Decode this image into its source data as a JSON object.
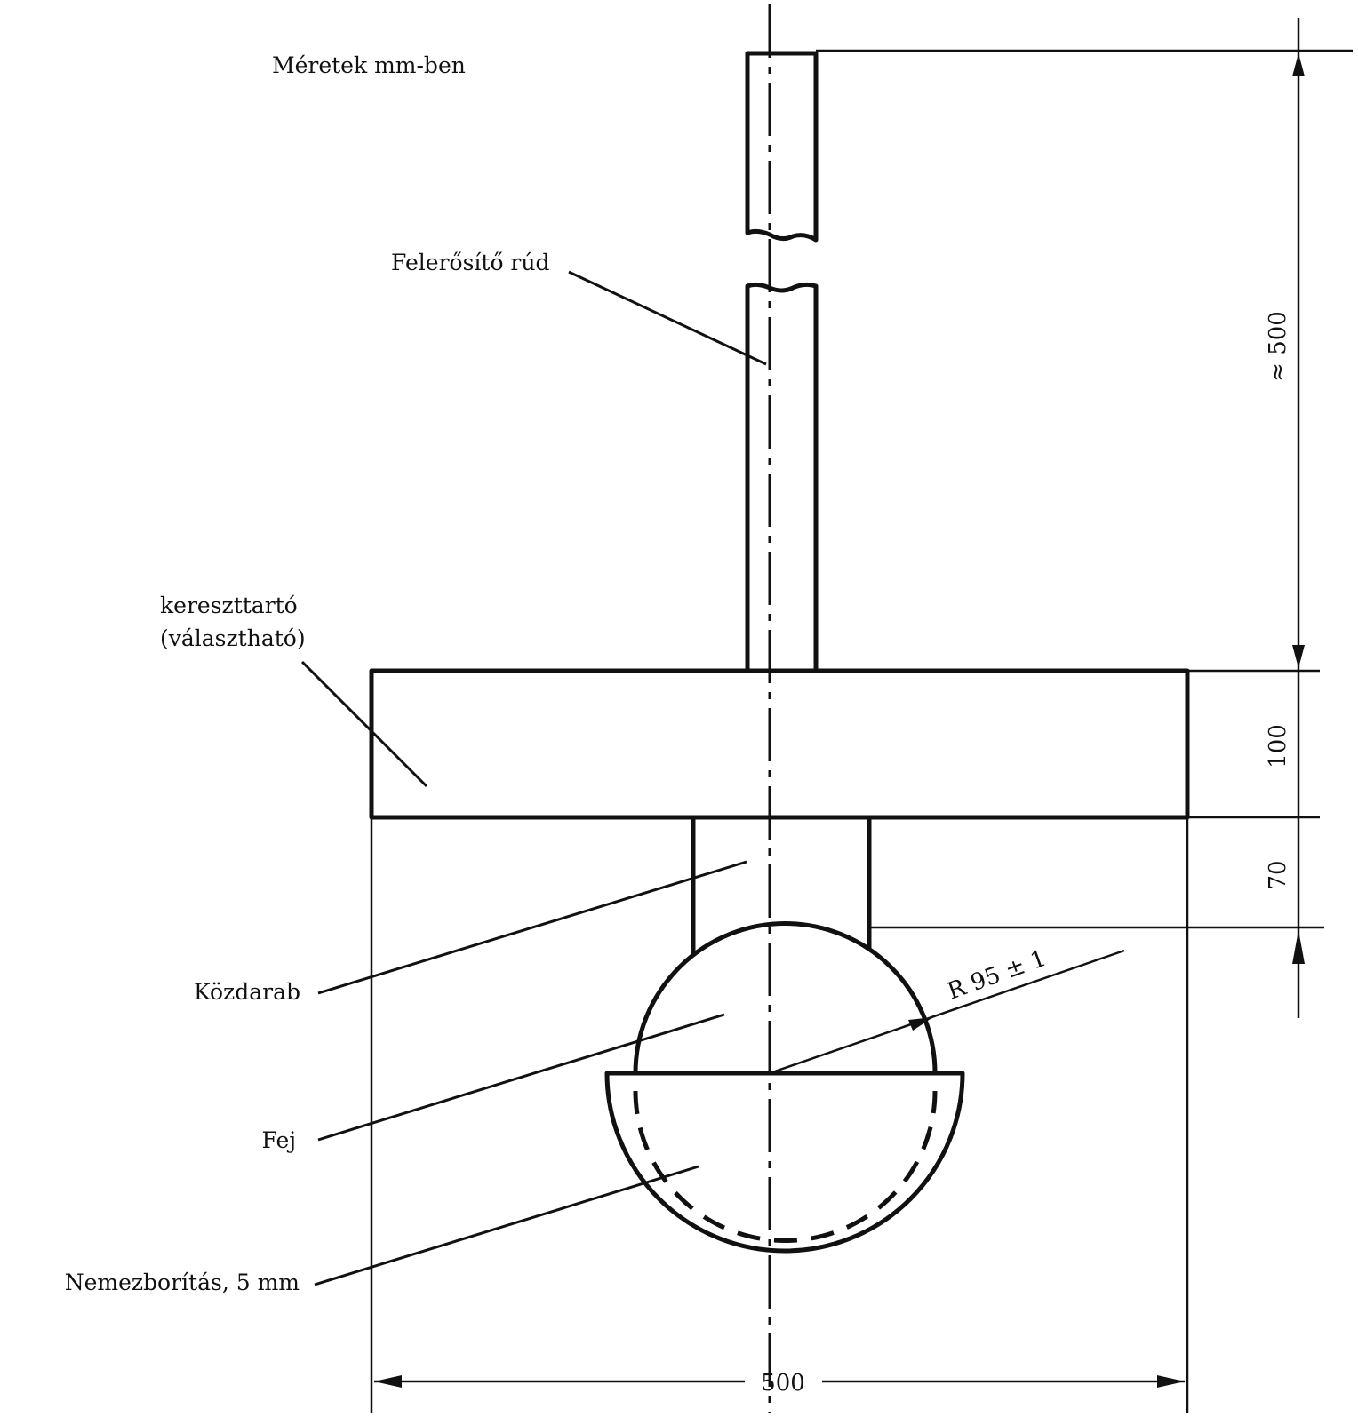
{
  "title_note": "Méretek mm-ben",
  "labels": {
    "rod": "Felerősítő rúd",
    "crossbar_line1": "kereszttartó",
    "crossbar_line2": "(választható)",
    "spacer": "Közdarab",
    "head": "Fej",
    "felt": "Nemezborítás, 5 mm"
  },
  "dimensions": {
    "rod_length": "≈ 500",
    "crossbar_height": "100",
    "spacer_height": "70",
    "radius": "R 95 ± 1",
    "width": "500"
  },
  "colors": {
    "ink": "#111111",
    "paper": "#ffffff"
  }
}
